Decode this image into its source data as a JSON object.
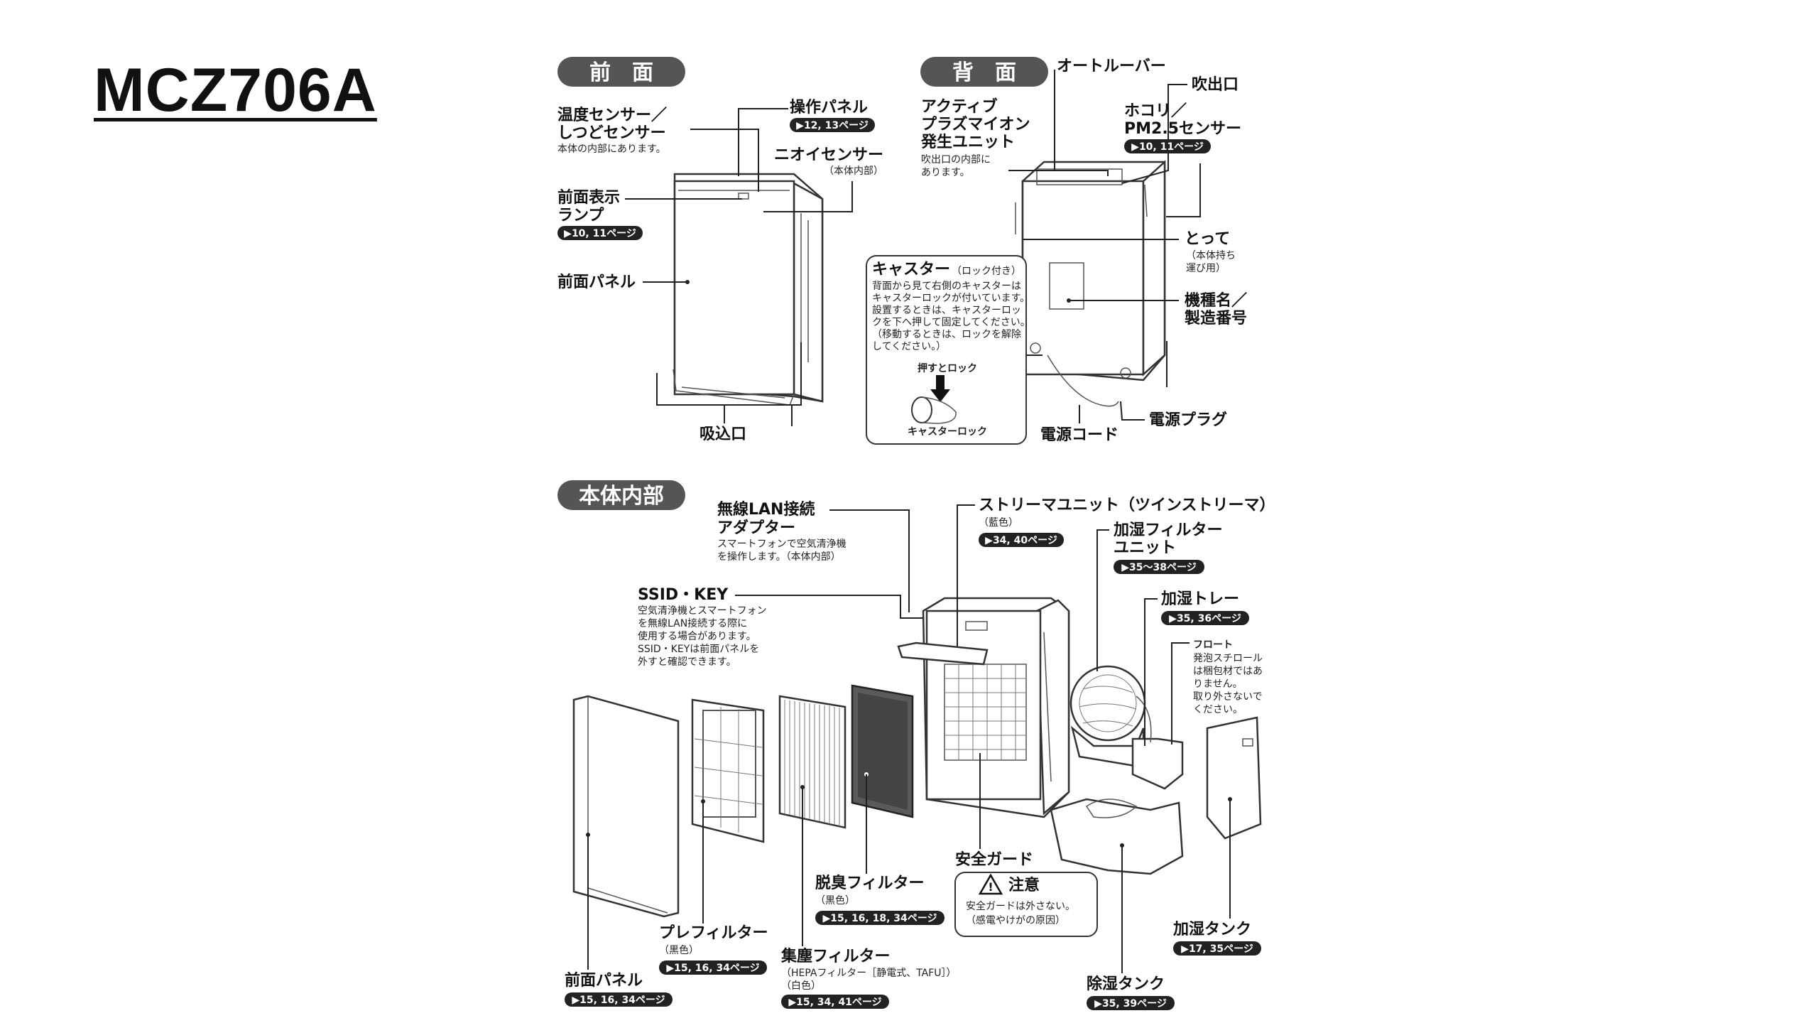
{
  "title": "MCZ706A",
  "sections": {
    "front": "前　面",
    "back": "背　面",
    "inside": "本体内部"
  },
  "front": {
    "temp_sensor": [
      "温度センサー／",
      "しつどセンサー"
    ],
    "temp_sensor_note": "本体の内部にあります。",
    "display_lamp": [
      "前面表示",
      "ランプ"
    ],
    "display_lamp_ref": "▶10, 11ページ",
    "front_panel": "前面パネル",
    "control_panel": "操作パネル",
    "control_panel_ref": "▶12, 13ページ",
    "odor_sensor": "ニオイセンサー",
    "odor_sensor_note": "（本体内部）",
    "intake": "吸込口"
  },
  "back": {
    "auto_louver": "オートルーバー",
    "outlet": "吹出口",
    "plasma": [
      "アクティブ",
      "プラズマイオン",
      "発生ユニット"
    ],
    "plasma_note": [
      "吹出口の内部に",
      "あります。"
    ],
    "dust_sensor": [
      "ホコリ／",
      "PM2.5センサー"
    ],
    "dust_sensor_ref": "▶10, 11ページ",
    "handle": "とって",
    "handle_note": [
      "（本体持ち",
      "運び用）"
    ],
    "model_label": [
      "機種名／",
      "製造番号"
    ],
    "power_cord": "電源コード",
    "power_plug": "電源プラグ",
    "caster_title": "キャスター",
    "caster_title_note": "（ロック付き）",
    "caster_text": [
      "背面から見て右側のキャスターは",
      "キャスターロックが付いています。",
      "設置するときは、キャスターロッ",
      "クを下へ押して固定してください。",
      "（移動するときは、ロックを解除",
      "してください。）"
    ],
    "caster_push": "押すとロック",
    "caster_lock": "キャスターロック"
  },
  "inside": {
    "wlan": [
      "無線LAN接続",
      "アダプター"
    ],
    "wlan_note": [
      "スマートフォンで空気清浄機",
      "を操作します。（本体内部）"
    ],
    "ssid": "SSID・KEY",
    "ssid_note": [
      "空気清浄機とスマートフォン",
      "を無線LAN接続する際に",
      "使用する場合があります。",
      "SSID・KEYは前面パネルを",
      "外すと確認できます。"
    ],
    "streamer": "ストリーマユニット（ツインストリーマ）",
    "streamer_note": "（藍色）",
    "streamer_ref": "▶34, 40ページ",
    "humid_filter": [
      "加湿フィルター",
      "ユニット"
    ],
    "humid_filter_ref": "▶35～38ページ",
    "humid_tray": "加湿トレー",
    "humid_tray_ref": "▶35, 36ページ",
    "float": "フロート",
    "float_note": [
      "発泡スチロール",
      "は梱包材ではあ",
      "りません。",
      "取り外さないで",
      "ください。"
    ],
    "safety_guard": "安全ガード",
    "caution_title": "注意",
    "caution_text": [
      "安全ガードは外さない。",
      "（感電やけがの原因）"
    ],
    "deodor": "脱臭フィルター",
    "deodor_note": "（黒色）",
    "deodor_ref": "▶15, 16, 18, 34ページ",
    "pre_filter": "プレフィルター",
    "pre_filter_note": "（黒色）",
    "pre_filter_ref": "▶15, 16, 34ページ",
    "hepa": "集塵フィルター",
    "hepa_note": [
      "（HEPAフィルター［静電式、TAFU］）",
      "（白色）"
    ],
    "hepa_ref": "▶15, 34, 41ページ",
    "front_panel": "前面パネル",
    "front_panel_ref": "▶15, 16, 34ページ",
    "humid_tank": "加湿タンク",
    "humid_tank_ref": "▶17, 35ページ",
    "dehumid_tank": "除湿タンク",
    "dehumid_tank_ref": "▶35, 39ページ"
  }
}
